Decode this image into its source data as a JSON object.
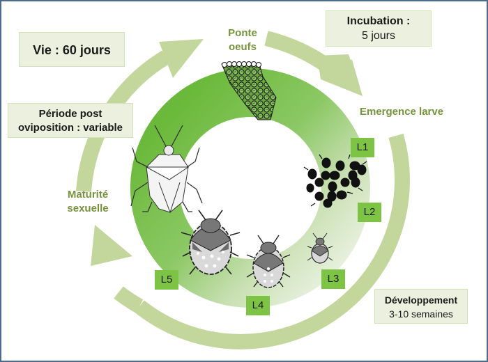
{
  "title_boxes": {
    "lifespan": "Vie : 60 jours",
    "incubation_title": "Incubation :",
    "incubation_value": "5 jours",
    "post_oviposition_line1": "Période post",
    "post_oviposition_line2": "oviposition : variable",
    "development_title": "Développement",
    "development_value": "3-10 semaines"
  },
  "cycle_labels": {
    "egg_laying_line1": "Ponte",
    "egg_laying_line2": "oeufs",
    "larva_emergence": "Emergence larve",
    "sexual_maturity_line1": "Maturité",
    "sexual_maturity_line2": "sexuelle"
  },
  "stages": [
    "L1",
    "L2",
    "L3",
    "L4",
    "L5"
  ],
  "illustrations": {
    "eggs": "egg-cluster-icon",
    "l1_l2_nymphs": "nymph-cluster-icon",
    "l3_nymph": "nymph-small-icon",
    "l4_nymph": "nymph-medium-icon",
    "l5_nymph": "nymph-large-icon",
    "adult": "adult-stink-bug-icon"
  },
  "colors": {
    "ring_dark": "#6ab93a",
    "ring_light": "#e2eed6",
    "arrow": "#c3d69b",
    "label_green": "#77933c",
    "stage_badge": "#7dc344",
    "box_fill": "#ebf1de",
    "frame": "#4a6a8e"
  }
}
